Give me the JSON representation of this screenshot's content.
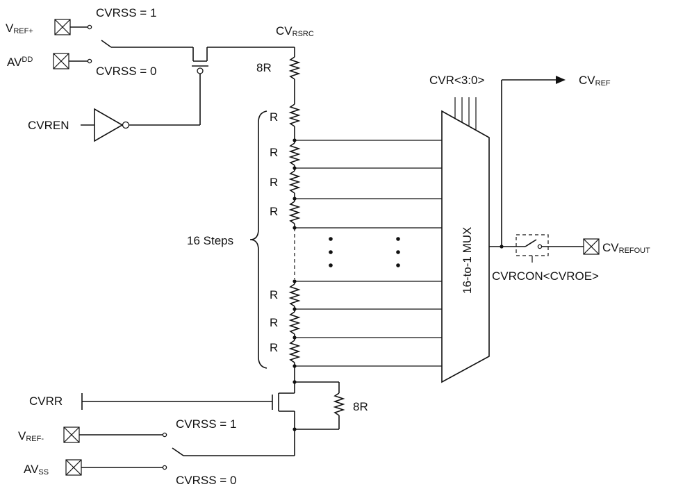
{
  "labels": {
    "vref_plus": "V",
    "vref_plus_sub": "REF+",
    "avdd": "AV",
    "avdd_sub": "DD",
    "cvrss_1_top": "CVRSS = 1",
    "cvrss_0_top": "CVRSS = 0",
    "cvrsrc": "CV",
    "cvrsrc_sub": "RSRC",
    "r_8r_top": "8R",
    "cvren": "CVREN",
    "steps": "16 Steps",
    "r": "R",
    "cvr_bits": "CVR<3:0>",
    "cvref": "CV",
    "cvref_sub": "REF",
    "mux": "16-to-1 MUX",
    "cvrefout": "CV",
    "cvrefout_sub": "REFOUT",
    "cvrcon": "CVRCON<CVROE>",
    "cvrr": "CVRR",
    "r_8r_bottom": "8R",
    "vref_minus": "V",
    "vref_minus_sub": "REF-",
    "avss": "AV",
    "avss_sub": "SS",
    "cvrss_1_bottom": "CVRSS = 1",
    "cvrss_0_bottom": "CVRSS = 0"
  },
  "icons": {
    "pin": "crossed-box-pin-icon",
    "resistor": "zigzag-resistor-icon",
    "inverter": "inverter-gate-icon",
    "switch": "spdt-switch-icon",
    "transistor": "transistor-icon",
    "arrow": "arrow-right-icon"
  }
}
